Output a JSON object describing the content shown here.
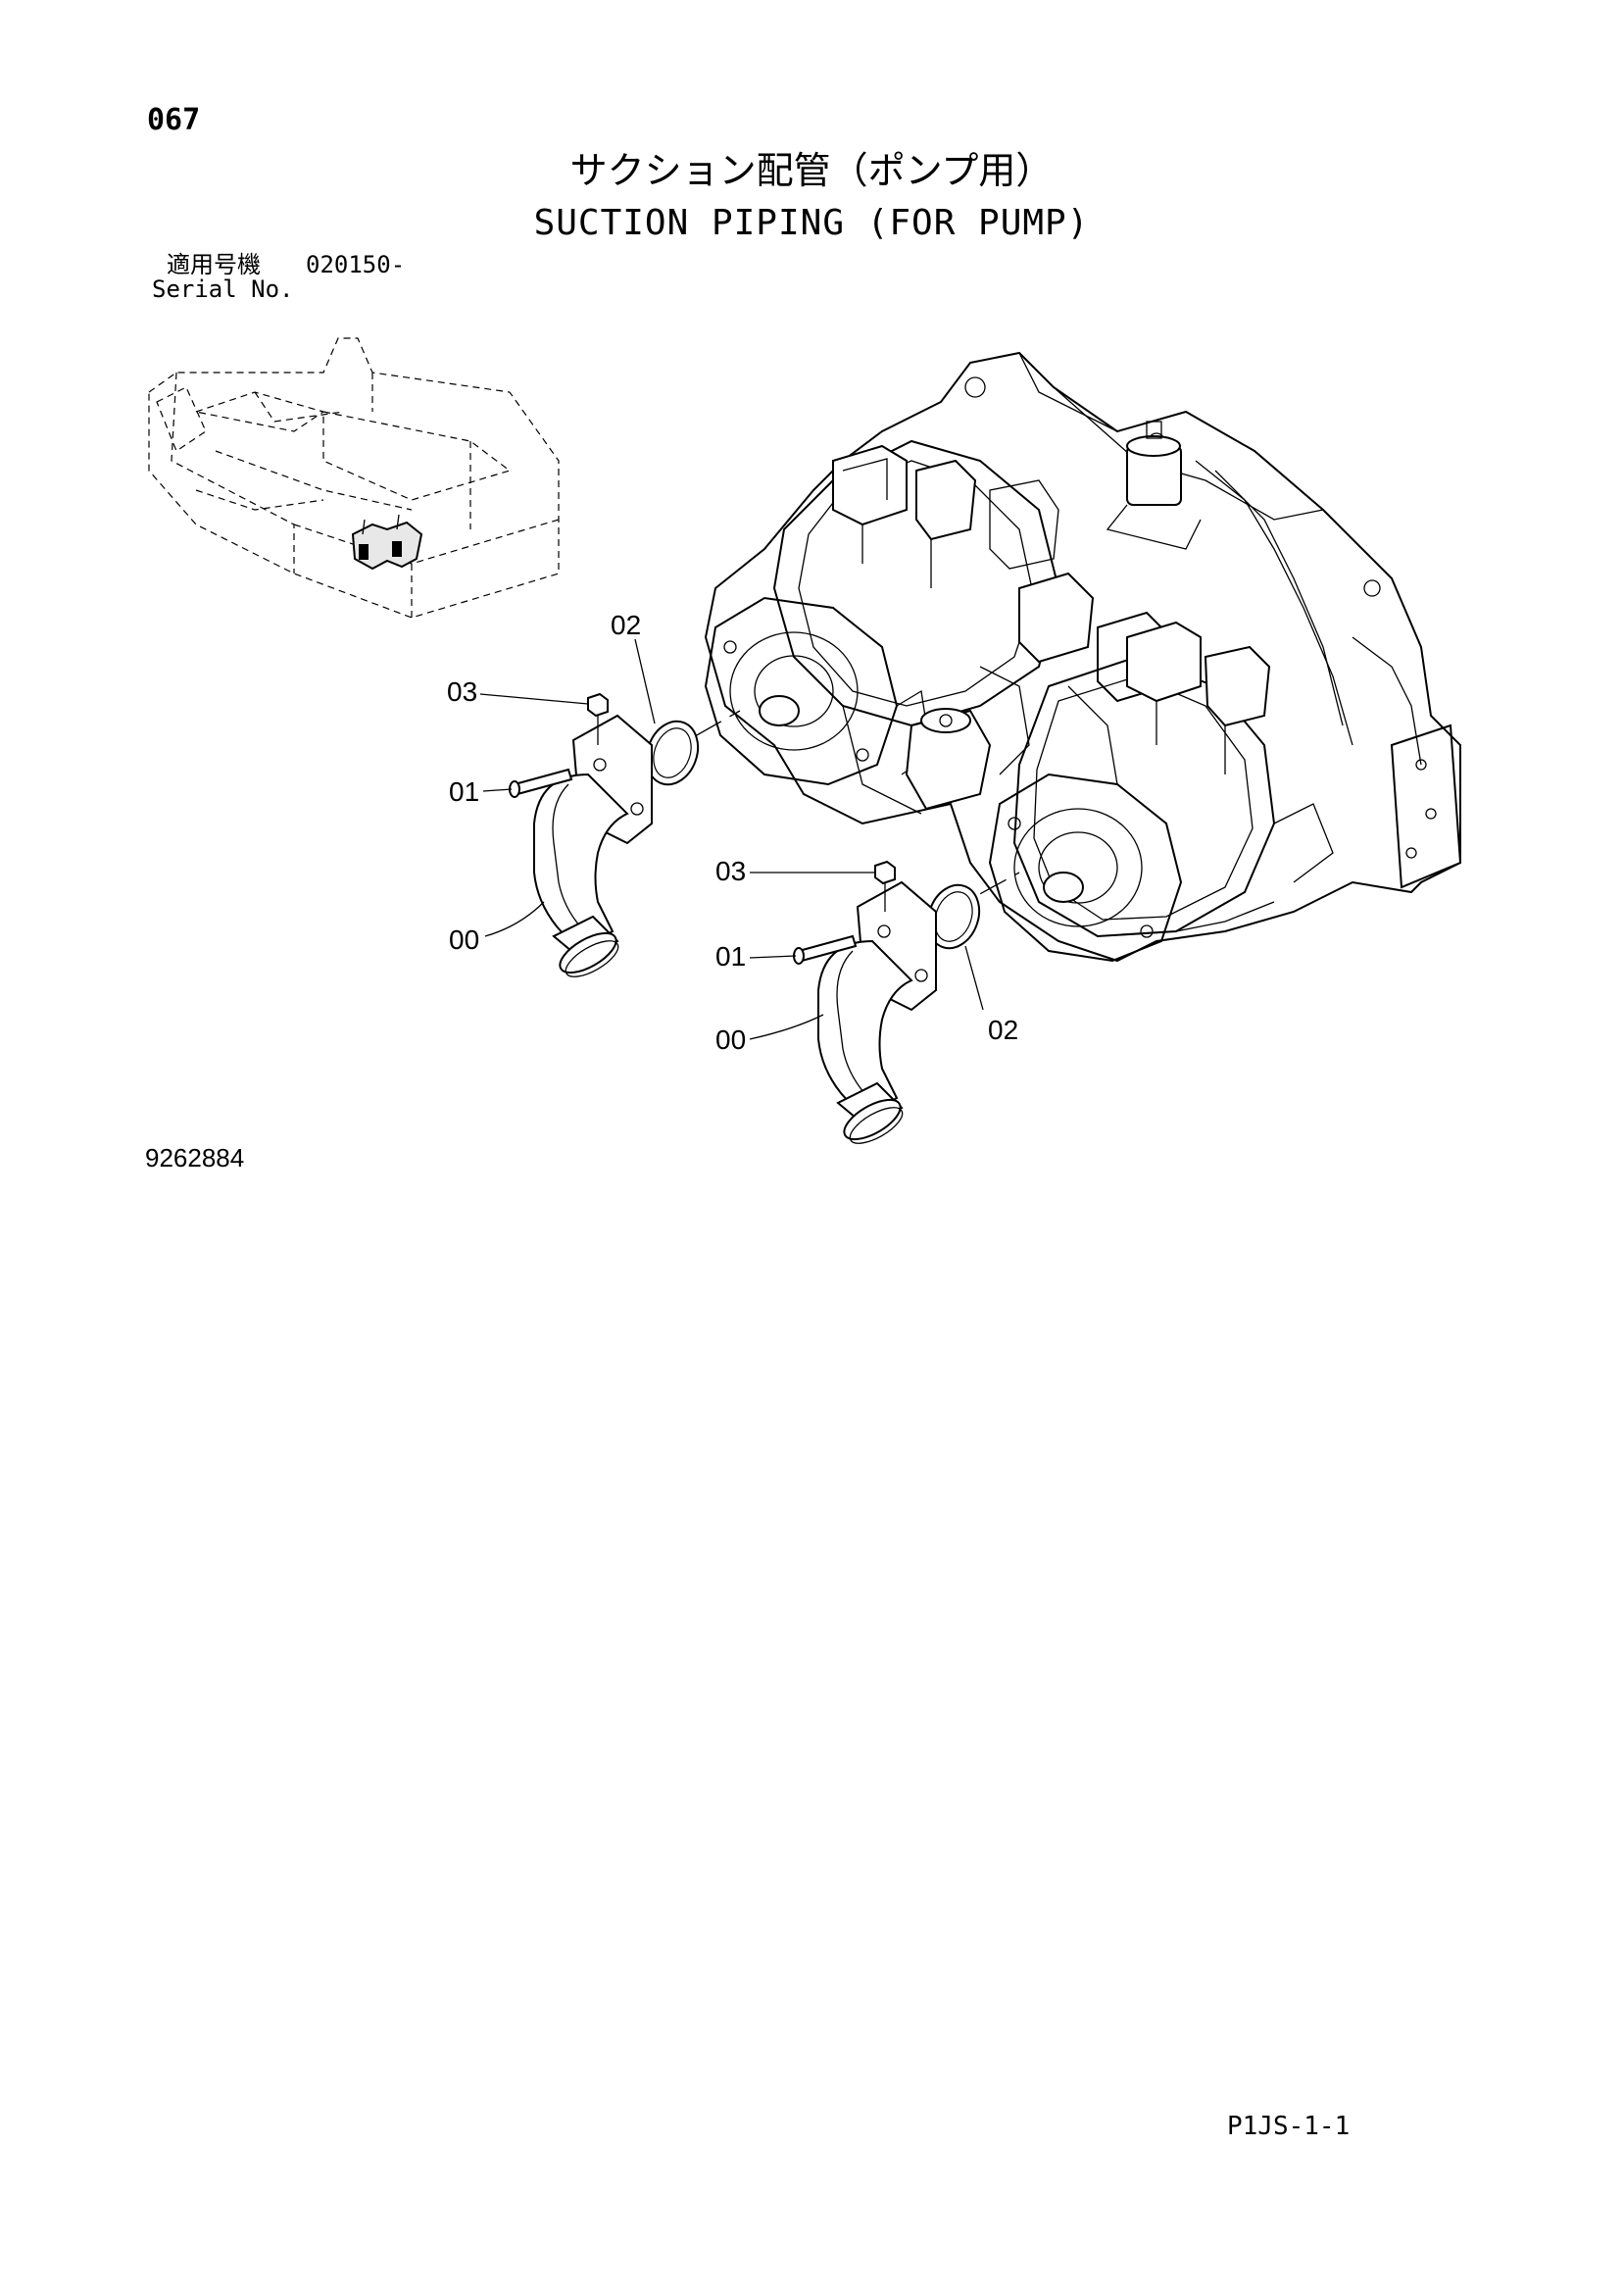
{
  "header": {
    "page_number": "067",
    "title_jp": "サクション配管（ポンプ用）",
    "title_en": "SUCTION PIPING (FOR PUMP)",
    "serial_label_jp": "適用号機",
    "serial_value": "020150-",
    "serial_label_en": "Serial No."
  },
  "diagram": {
    "callouts": [
      {
        "id": "c1",
        "label": "02"
      },
      {
        "id": "c2",
        "label": "03"
      },
      {
        "id": "c3",
        "label": "01"
      },
      {
        "id": "c4",
        "label": "00"
      },
      {
        "id": "c5",
        "label": "03"
      },
      {
        "id": "c6",
        "label": "01"
      },
      {
        "id": "c7",
        "label": "02"
      },
      {
        "id": "c8",
        "label": "00"
      }
    ]
  },
  "footer": {
    "drawing_number": "9262884",
    "page_code": "P1JS-1-1"
  }
}
